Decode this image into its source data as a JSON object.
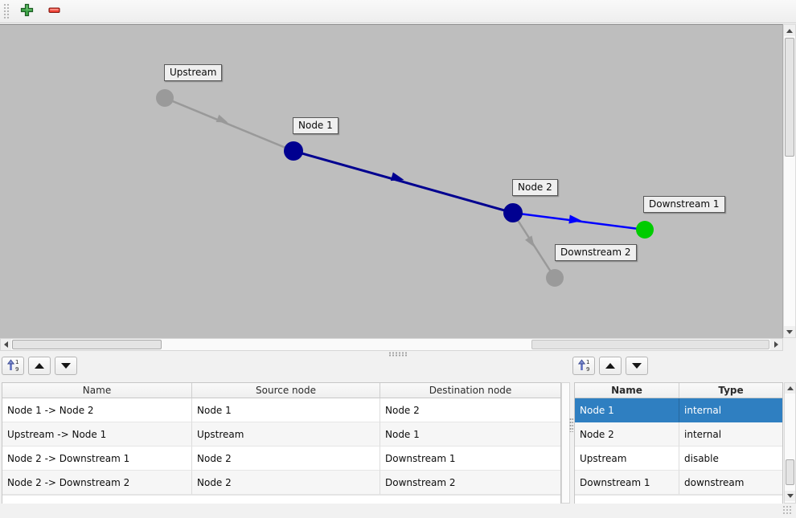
{
  "top_toolbar": {
    "buttons": [
      {
        "name": "add",
        "icon": "plus-icon",
        "color": "#3fa549"
      },
      {
        "name": "remove",
        "icon": "minus-icon",
        "color": "#ee4035"
      }
    ]
  },
  "graph": {
    "canvas_color": "#bebebe",
    "nodes": [
      {
        "label": "Upstream",
        "color": "#9a9a9a"
      },
      {
        "label": "Node 1",
        "color": "#000090"
      },
      {
        "label": "Node 2",
        "color": "#000090"
      },
      {
        "label": "Downstream 1",
        "color": "#00cc00"
      },
      {
        "label": "Downstream 2",
        "color": "#9a9a9a"
      }
    ],
    "edges": [
      {
        "from": "Upstream",
        "to": "Node 1",
        "color": "#999999"
      },
      {
        "from": "Node 1",
        "to": "Node 2",
        "color": "#000090"
      },
      {
        "from": "Node 2",
        "to": "Downstream 1",
        "color": "#0000ff"
      },
      {
        "from": "Node 2",
        "to": "Downstream 2",
        "color": "#999999"
      }
    ]
  },
  "edge_list_toolbar": {
    "buttons": [
      {
        "icon": "sort-ascending-icon"
      },
      {
        "icon": "up-triangle-icon"
      },
      {
        "icon": "down-triangle-icon"
      }
    ]
  },
  "node_list_toolbar": {
    "buttons": [
      {
        "icon": "sort-ascending-icon"
      },
      {
        "icon": "up-triangle-icon"
      },
      {
        "icon": "down-triangle-icon"
      }
    ]
  },
  "edges_table": {
    "headers": [
      "Name",
      "Source node",
      "Destination node"
    ],
    "rows": [
      [
        "Node 1 -> Node 2",
        "Node 1",
        "Node 2"
      ],
      [
        "Upstream -> Node 1",
        "Upstream",
        "Node 1"
      ],
      [
        "Node 2 -> Downstream 1",
        "Node 2",
        "Downstream 1"
      ],
      [
        "Node 2 -> Downstream 2",
        "Node 2",
        "Downstream 2"
      ]
    ]
  },
  "nodes_table": {
    "headers": [
      "Name",
      "Type"
    ],
    "rows": [
      [
        "Node 1",
        "internal"
      ],
      [
        "Node 2",
        "internal"
      ],
      [
        "Upstream",
        "disable"
      ],
      [
        "Downstream 1",
        "downstream"
      ]
    ],
    "selected_row": 0,
    "selection_color": "#2f7fc1"
  }
}
